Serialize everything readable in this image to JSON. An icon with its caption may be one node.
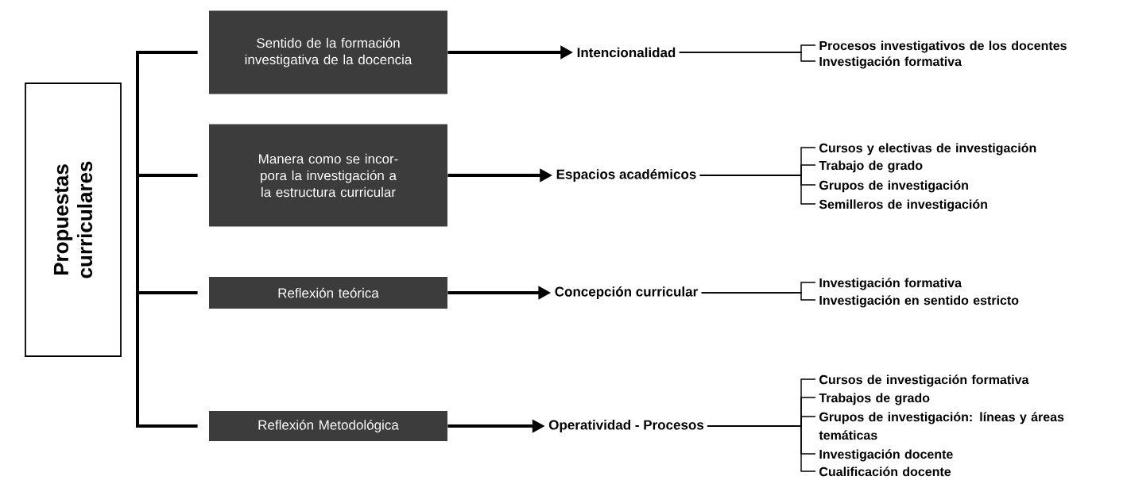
{
  "diagram": {
    "nodes": [
      {
        "text": [
          "Propuestas curriculares"
        ]
      },
      {
        "text": [
          "Sentido de la formación investigativa de la docencia"
        ]
      },
      {
        "text": [
          "Intencionalidad"
        ]
      },
      {
        "text": [
          "Procesos investigativos de los docentes"
        ]
      },
      {
        "text": [
          "Investigación formativa"
        ]
      },
      {
        "text": [
          "Manera como se incor- pora la investigación a la estructura curricular"
        ]
      },
      {
        "text": [
          "Espacios académicos"
        ]
      },
      {
        "text": [
          "Cursos y electivas de investigación"
        ]
      },
      {
        "text": [
          "Trabajo de grado"
        ]
      },
      {
        "text": [
          "Grupos de investigación"
        ]
      },
      {
        "text": [
          "Semilleros de investigación"
        ]
      },
      {
        "text": [
          "Reflexión teórica"
        ]
      },
      {
        "text": [
          "Concepción curricular"
        ]
      },
      {
        "text": [
          "Investigación formativa"
        ]
      },
      {
        "text": [
          "Investigación en sentido estricto"
        ]
      },
      {
        "text": [
          "Reflexión Metodológica"
        ]
      },
      {
        "text": [
          "Operatividad - Procesos"
        ]
      },
      {
        "text": [
          "Cursos de investigación formativa"
        ]
      },
      {
        "text": [
          "Trabajos de grado"
        ]
      },
      {
        "text": [
          "Grupos de investigación: líneas y áreas temáticas"
        ]
      },
      {
        "text": [
          "Investigación docente"
        ]
      },
      {
        "text": [
          "Cualificación docente"
        ]
      }
    ],
    "edges": [
      {
        "from": 0,
        "to": 1,
        "arrow": "none",
        "style": "thick"
      },
      {
        "from": 0,
        "to": 5,
        "arrow": "none",
        "style": "thick"
      },
      {
        "from": 0,
        "to": 11,
        "arrow": "none",
        "style": "thick"
      },
      {
        "from": 0,
        "to": 15,
        "arrow": "none",
        "style": "thick"
      },
      {
        "from": 1,
        "to": 2,
        "arrow": "to",
        "style": "thick"
      },
      {
        "from": 5,
        "to": 6,
        "arrow": "to",
        "style": "thick"
      },
      {
        "from": 11,
        "to": 12,
        "arrow": "to",
        "style": "thick"
      },
      {
        "from": 15,
        "to": 16,
        "arrow": "to",
        "style": "thick"
      },
      {
        "from": 2,
        "to": 3,
        "arrow": "none"
      },
      {
        "from": 2,
        "to": 4,
        "arrow": "none"
      },
      {
        "from": 6,
        "to": 7,
        "arrow": "none"
      },
      {
        "from": 6,
        "to": 8,
        "arrow": "none"
      },
      {
        "from": 6,
        "to": 9,
        "arrow": "none"
      },
      {
        "from": 6,
        "to": 10,
        "arrow": "none"
      },
      {
        "from": 12,
        "to": 13,
        "arrow": "none"
      },
      {
        "from": 12,
        "to": 14,
        "arrow": "none"
      },
      {
        "from": 16,
        "to": 17,
        "arrow": "none"
      },
      {
        "from": 16,
        "to": 18,
        "arrow": "none"
      },
      {
        "from": 16,
        "to": 19,
        "arrow": "none"
      },
      {
        "from": 16,
        "to": 20,
        "arrow": "none"
      },
      {
        "from": 16,
        "to": 21,
        "arrow": "none"
      }
    ]
  }
}
